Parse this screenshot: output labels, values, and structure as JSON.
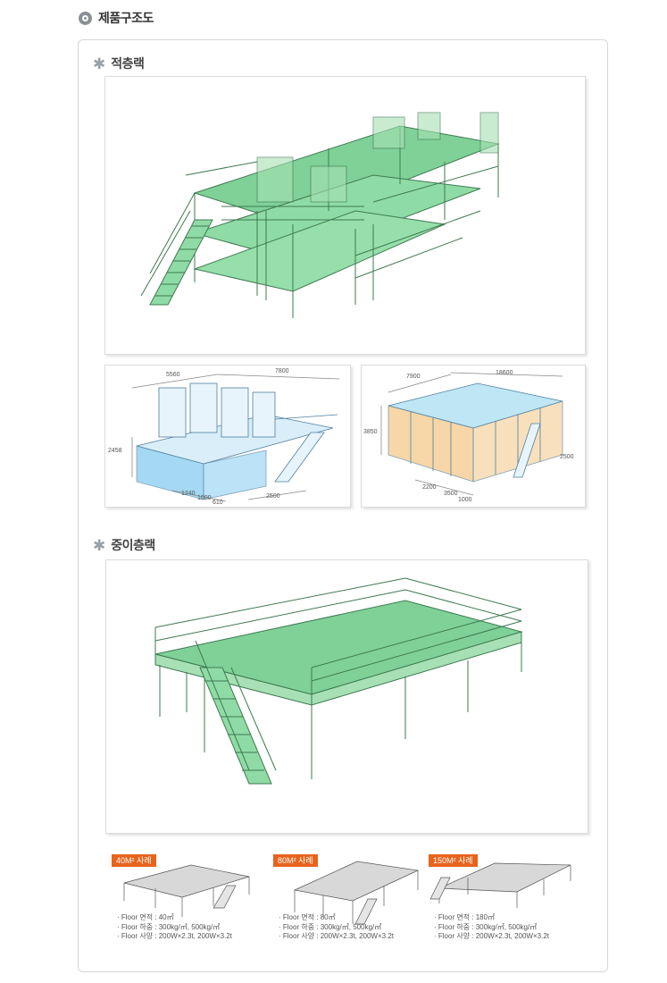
{
  "page": {
    "title": "제품구조도"
  },
  "sections": [
    {
      "title": "적층랙"
    },
    {
      "title": "중이층랙"
    }
  ],
  "drawing_a": {
    "dims": [
      "5560",
      "7800",
      "2458",
      "1240",
      "1000",
      "610",
      "2500"
    ]
  },
  "drawing_b": {
    "dims": [
      "7900",
      "18600",
      "3850",
      "2500",
      "2200",
      "3500",
      "1000"
    ]
  },
  "cases": [
    {
      "tag": "40M² 사례",
      "specs": [
        "· Floor 면적 : 40㎡",
        "· Floor 하중 : 300kg/㎡, 500kg/㎡",
        "· Floor 사양 : 200W×2.3t, 200W×3.2t"
      ]
    },
    {
      "tag": "80M² 사례",
      "specs": [
        "· Floor 면적 : 80㎡",
        "· Floor 하중 : 300kg/㎡, 500kg/㎡",
        "· Floor 사양 : 200W×2.3t, 200W×3.2t"
      ]
    },
    {
      "tag": "150M² 사례",
      "specs": [
        "· Floor 면적 : 180㎡",
        "· Floor 하중 : 300kg/㎡, 500kg/㎡",
        "· Floor 사양 : 200W×2.3t, 200W×3.2t"
      ]
    }
  ],
  "colors": {
    "accent": "#e8631c",
    "deck_green": "#7fd197",
    "frame_green": "#a6e0b4",
    "rack_blue": "#7ec8ee",
    "pallet": "#f5c98a"
  },
  "icons": [
    "target-circle-icon",
    "asterisk-icon"
  ]
}
